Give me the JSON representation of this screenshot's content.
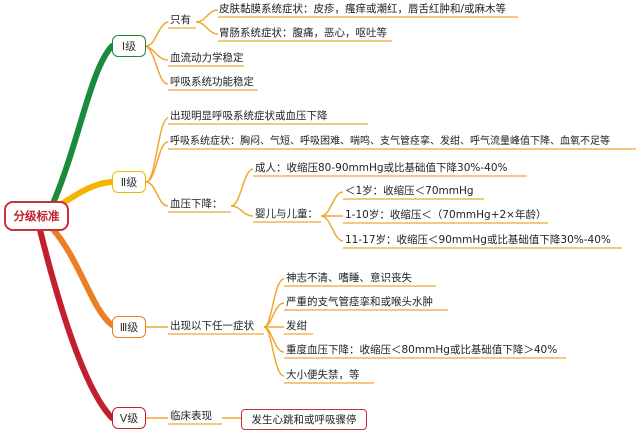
{
  "root": {
    "label": "分级标准"
  },
  "colors": {
    "g1": "#1a8a3c",
    "g2": "#f4b400",
    "g3": "#ea7f24",
    "g4": "#c21f2f",
    "thin": "#f0a830"
  },
  "g1": {
    "label": "Ⅰ级",
    "only": "只有",
    "skin": "皮肤黏膜系统症状：皮疹，瘙痒或潮红，唇舌红肿和/或麻木等",
    "gi": "胃肠系统症状：腹痛，恶心，呕吐等",
    "hemo": "血流动力学稳定",
    "resp": "呼吸系统功能稳定"
  },
  "g2": {
    "label": "Ⅱ级",
    "obvious": "出现明显呼吸系统症状或血压下降",
    "resp": "呼吸系统症状：胸闷、气短、呼吸困难、喘鸣、支气管痉挛、发绀、呼气流量峰值下降、血氧不足等",
    "bp": "血压下降：",
    "adult": "成人：收缩压80-90mmHg或比基础值下降30%-40%",
    "child": "婴儿与儿童：",
    "c1": "＜1岁：收缩压＜70mmHg",
    "c2": "1-10岁：收缩压＜（70mmHg+2×年龄）",
    "c3": "11-17岁：收缩压＜90mmHg或比基础值下降30%-40%"
  },
  "g3": {
    "label": "Ⅲ级",
    "any": "出现以下任一症状",
    "s1": "神志不清、嗜睡、意识丧失",
    "s2": "严重的支气管痉挛和或喉头水肿",
    "s3": "发绀",
    "s4": "重度血压下降：收缩压＜80mmHg或比基础值下降＞40%",
    "s5": "大小便失禁，等"
  },
  "g4": {
    "label": "Ⅴ级",
    "clinical": "临床表现",
    "arrest": "发生心跳和或呼吸骤停"
  }
}
